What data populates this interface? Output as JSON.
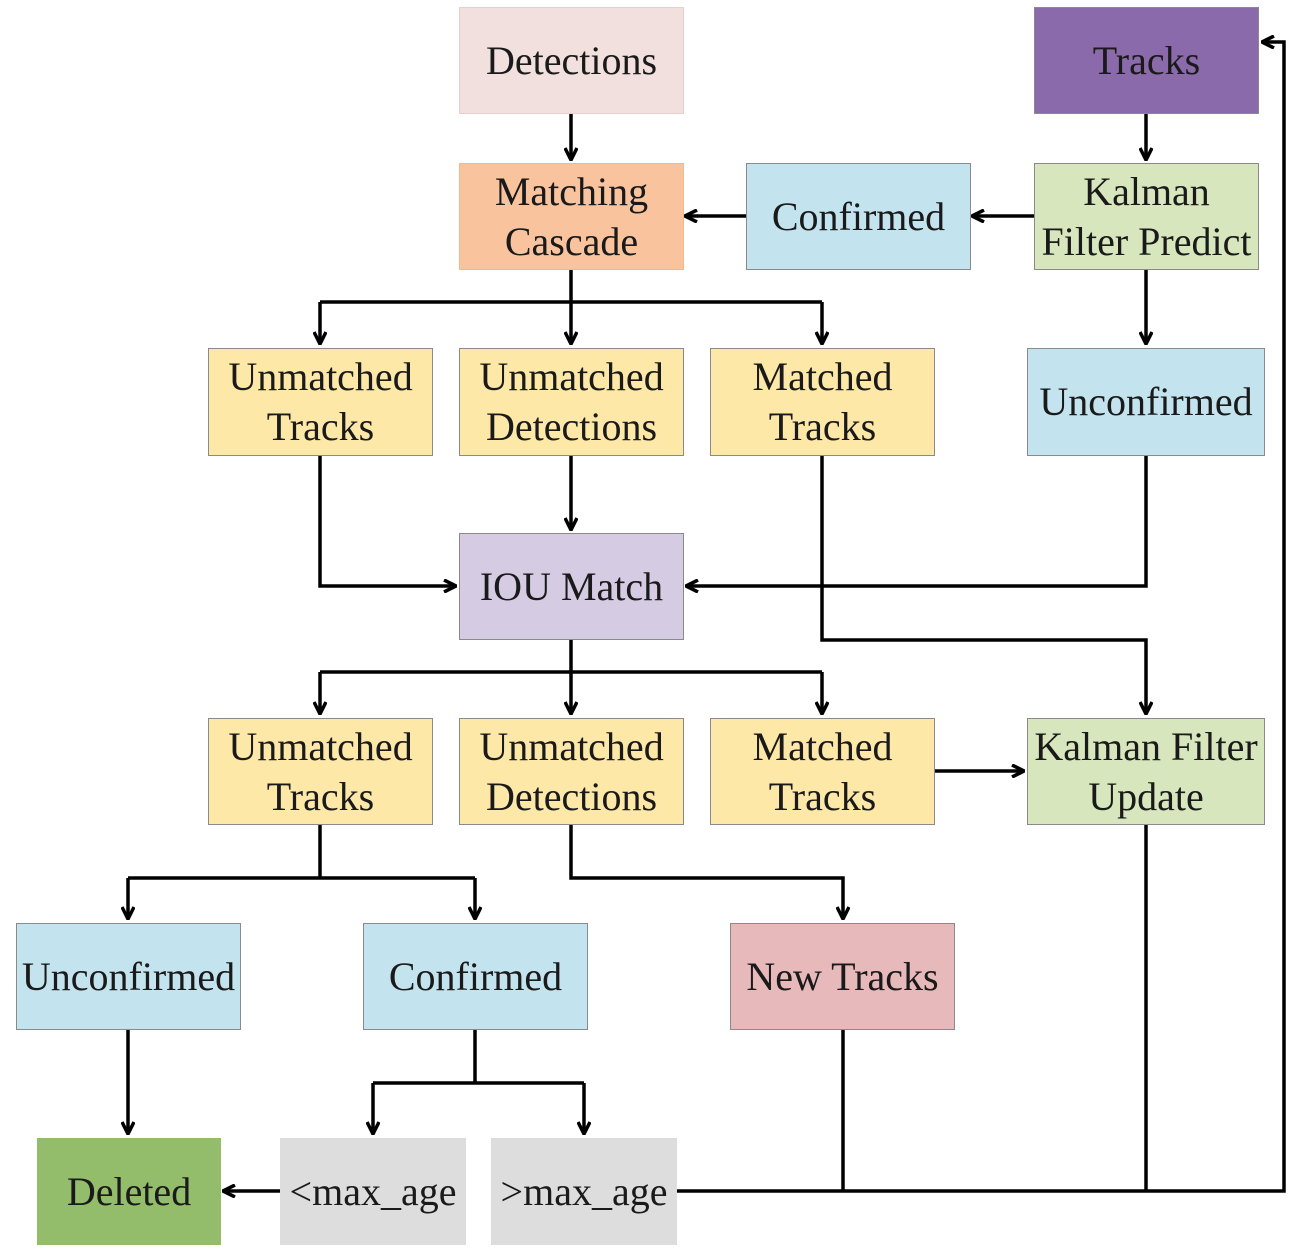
{
  "colors": {
    "pink": "#f2e0de",
    "purple": "#8b6aab",
    "orange": "#f9c49d",
    "blue": "#c3e4ef",
    "green_light": "#d7e6bc",
    "yellow": "#fde8a8",
    "lavender": "#d5cbe3",
    "red_light": "#e8b9bb",
    "green_dark": "#93bd6b",
    "grey": "#dddddd",
    "line": "#000000"
  },
  "nodes": {
    "detections": {
      "label": "Detections"
    },
    "tracks": {
      "label": "Tracks"
    },
    "matching_cascade": {
      "line1": "Matching",
      "line2": "Cascade"
    },
    "confirmed_top": {
      "label": "Confirmed"
    },
    "kalman_predict": {
      "line1": "Kalman",
      "line2": "Filter Predict"
    },
    "unmatched_tracks_1": {
      "line1": "Unmatched",
      "line2": "Tracks"
    },
    "unmatched_detections_1": {
      "line1": "Unmatched",
      "line2": "Detections"
    },
    "matched_tracks_1": {
      "line1": "Matched",
      "line2": "Tracks"
    },
    "unconfirmed_top": {
      "label": "Unconfirmed"
    },
    "iou_match": {
      "label": "IOU Match"
    },
    "unmatched_tracks_2": {
      "line1": "Unmatched",
      "line2": "Tracks"
    },
    "unmatched_detections_2": {
      "line1": "Unmatched",
      "line2": "Detections"
    },
    "matched_tracks_2": {
      "line1": "Matched",
      "line2": "Tracks"
    },
    "kalman_update": {
      "line1": "Kalman Filter",
      "line2": "Update"
    },
    "unconfirmed_bottom": {
      "label": "Unconfirmed"
    },
    "confirmed_bottom": {
      "label": "Confirmed"
    },
    "new_tracks": {
      "label": "New Tracks"
    },
    "deleted": {
      "label": "Deleted"
    },
    "lt_max_age": {
      "label": "<max_age"
    },
    "gt_max_age": {
      "label": ">max_age"
    }
  }
}
